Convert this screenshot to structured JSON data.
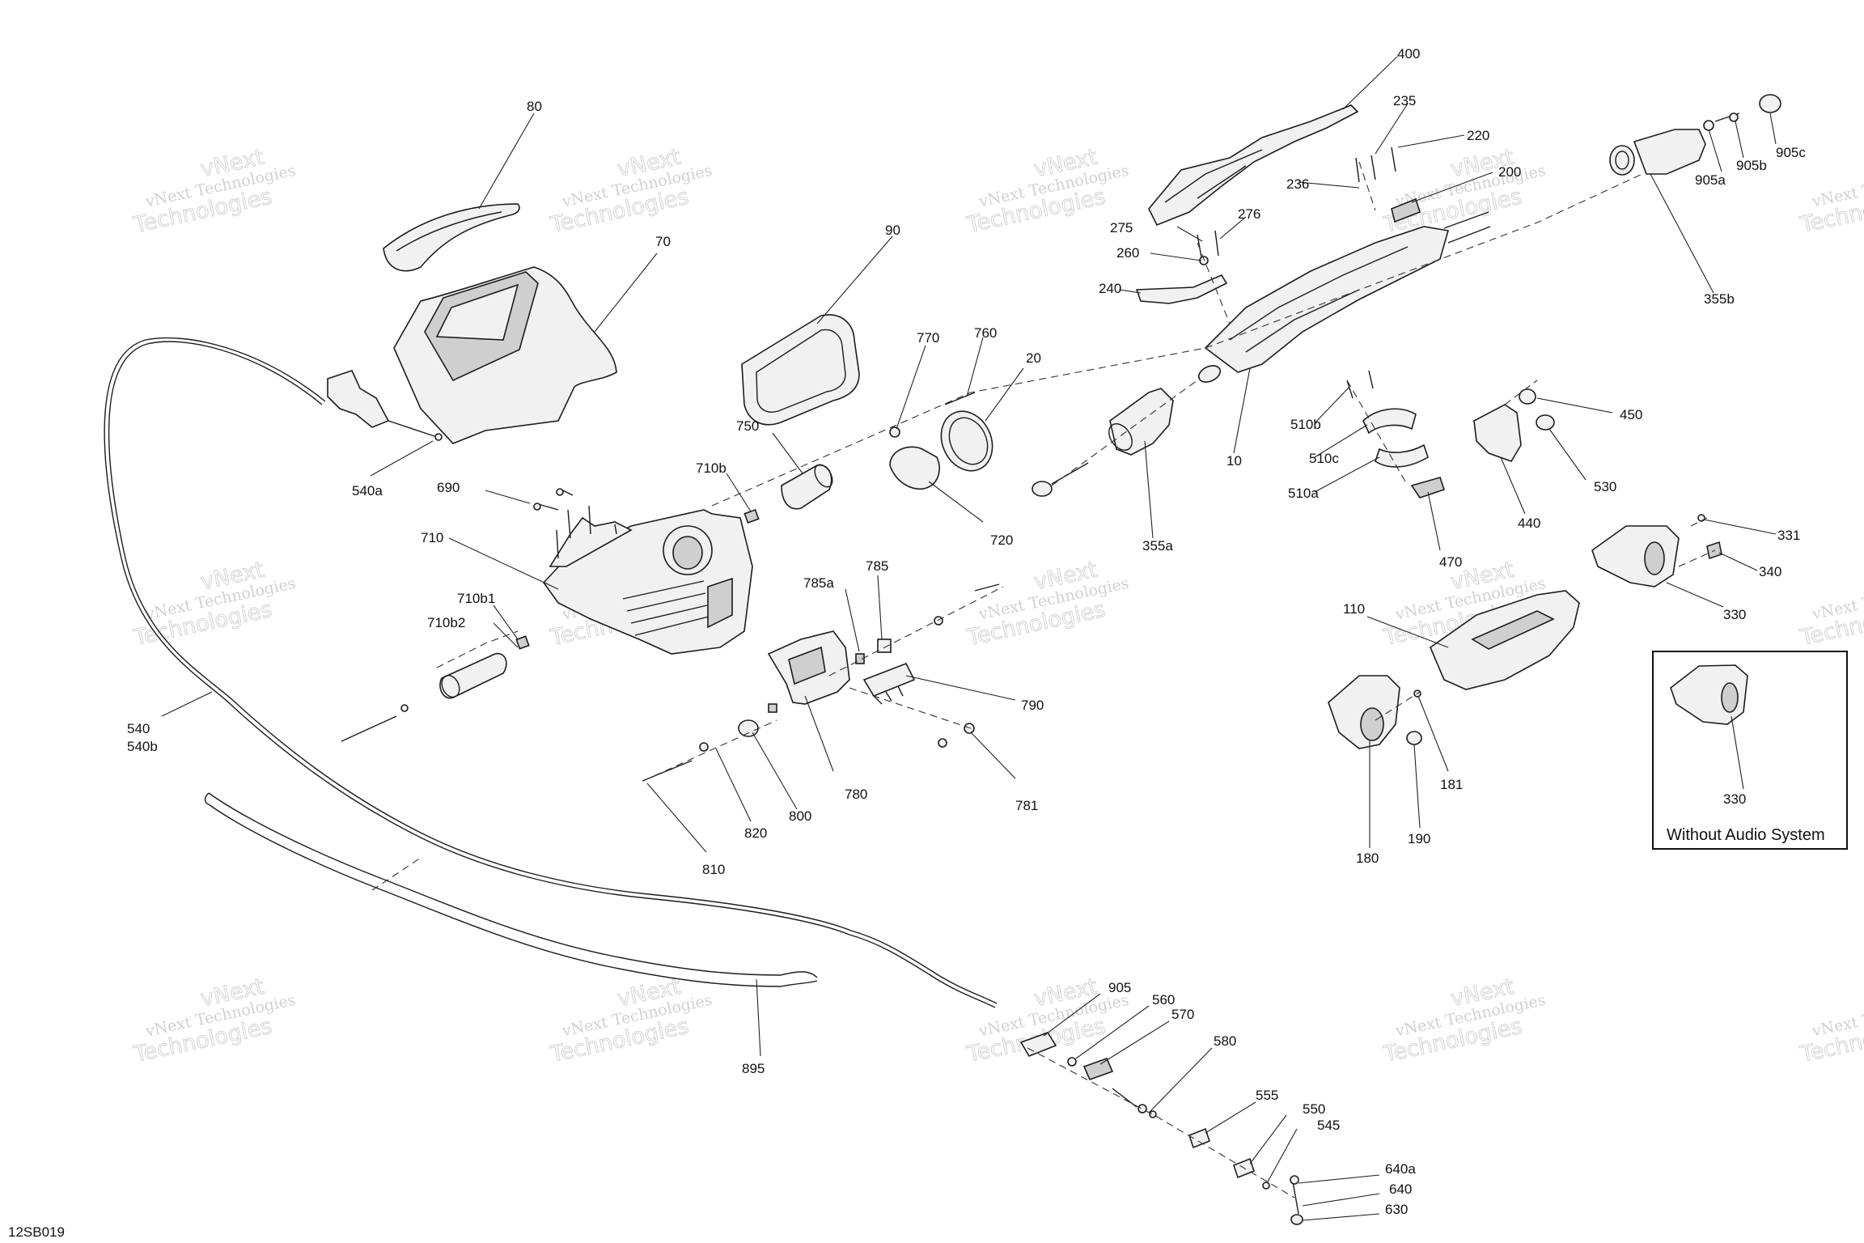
{
  "diagram_id": "12SB019",
  "inset_caption": "Without Audio System",
  "watermark": {
    "line1": "vNext Technologies",
    "line2": "vNext",
    "line3": "Technologies"
  },
  "labels": [
    "80",
    "70",
    "90",
    "770",
    "760",
    "20",
    "750",
    "710b",
    "720",
    "690",
    "710",
    "710b1",
    "710b2",
    "540a",
    "540",
    "540b",
    "785a",
    "785",
    "790",
    "780",
    "781",
    "800",
    "820",
    "810",
    "400",
    "235",
    "220",
    "200",
    "236",
    "275",
    "276",
    "260",
    "240",
    "10",
    "355a",
    "510b",
    "510c",
    "510a",
    "470",
    "440",
    "450",
    "530",
    "905a",
    "905b",
    "905c",
    "355b",
    "331",
    "340",
    "330",
    "110",
    "181",
    "190",
    "180",
    "895",
    "905",
    "560",
    "570",
    "580",
    "555",
    "550",
    "545",
    "640a",
    "640",
    "630"
  ]
}
